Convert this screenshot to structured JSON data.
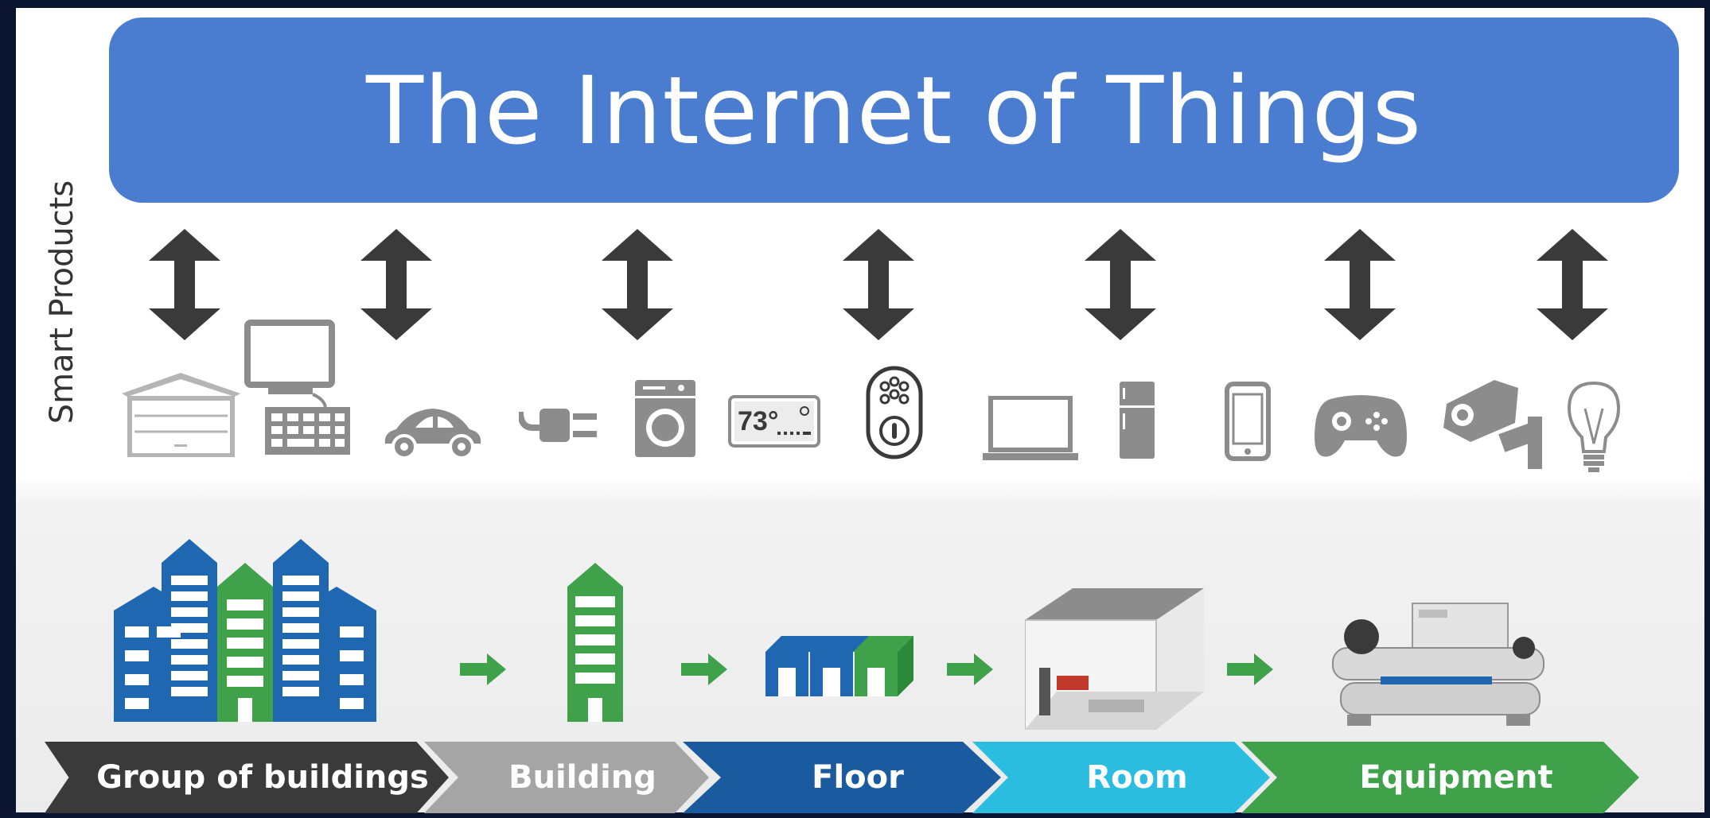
{
  "banner": {
    "title": "The Internet of Things"
  },
  "side_label": "Smart Products",
  "devices": [
    {
      "name": "garage-door-icon"
    },
    {
      "name": "desktop-computer-icon"
    },
    {
      "name": "car-icon"
    },
    {
      "name": "power-plug-icon"
    },
    {
      "name": "washing-machine-icon"
    },
    {
      "name": "thermostat-icon",
      "label": "73°"
    },
    {
      "name": "smart-lock-icon"
    },
    {
      "name": "laptop-icon"
    },
    {
      "name": "refrigerator-icon"
    },
    {
      "name": "smartphone-icon"
    },
    {
      "name": "game-controller-icon"
    },
    {
      "name": "security-camera-icon"
    },
    {
      "name": "light-bulb-icon"
    }
  ],
  "stages": [
    {
      "label": "Group of buildings",
      "color": "#3a3a3a"
    },
    {
      "label": "Building",
      "color": "#a5a5a5"
    },
    {
      "label": "Floor",
      "color": "#1a5a9e"
    },
    {
      "label": "Room",
      "color": "#2bbde0"
    },
    {
      "label": "Equipment",
      "color": "#3fa14a"
    }
  ],
  "colors": {
    "banner": "#4a7ccf",
    "building_blue": "#1f67b1",
    "building_green": "#3fa14a",
    "arrow_dark": "#3a3a3a",
    "flow_arrow": "#3fa14a"
  }
}
